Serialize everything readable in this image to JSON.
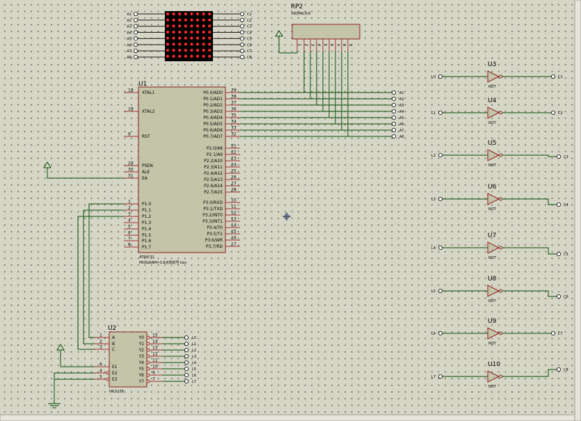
{
  "matrix": {
    "rows": [
      "A1",
      "A2",
      "A3",
      "A4",
      "A5",
      "A6",
      "A7",
      "A8"
    ],
    "cols": [
      "C1",
      "C2",
      "C3",
      "C4",
      "C5",
      "C6",
      "C7",
      "C8"
    ]
  },
  "rp2": {
    "ref": "RP2",
    "value": "RESPACK-8",
    "pins": [
      "1",
      "2",
      "3",
      "4",
      "5",
      "6",
      "7",
      "8",
      "9"
    ]
  },
  "u1": {
    "ref": "U1",
    "part": "AT89C51",
    "program": "PROGRAM=3.8点阵的号.hex",
    "left_pins": [
      {
        "num": "19",
        "name": "XTAL1"
      },
      {
        "num": "18",
        "name": "XTAL2"
      },
      {
        "num": "9",
        "name": "RST"
      },
      {
        "num": "29",
        "name": "PSEN"
      },
      {
        "num": "30",
        "name": "ALE"
      },
      {
        "num": "31",
        "name": "EA"
      },
      {
        "num": "1",
        "name": "P1.0"
      },
      {
        "num": "2",
        "name": "P1.1"
      },
      {
        "num": "3",
        "name": "P1.2"
      },
      {
        "num": "4",
        "name": "P1.3"
      },
      {
        "num": "5",
        "name": "P1.4"
      },
      {
        "num": "6",
        "name": "P1.5"
      },
      {
        "num": "7",
        "name": "P1.6"
      },
      {
        "num": "8",
        "name": "P1.7"
      }
    ],
    "right_pins": [
      {
        "num": "39",
        "name": "P0.0/AD0"
      },
      {
        "num": "38",
        "name": "P0.1/AD1"
      },
      {
        "num": "37",
        "name": "P0.2/AD2"
      },
      {
        "num": "36",
        "name": "P0.3/AD3"
      },
      {
        "num": "35",
        "name": "P0.4/AD4"
      },
      {
        "num": "34",
        "name": "P0.5/AD5"
      },
      {
        "num": "33",
        "name": "P0.6/AD6"
      },
      {
        "num": "32",
        "name": "P0.7/AD7"
      },
      {
        "num": "21",
        "name": "P2.0/A8"
      },
      {
        "num": "22",
        "name": "P2.1/A9"
      },
      {
        "num": "23",
        "name": "P2.2/A10"
      },
      {
        "num": "24",
        "name": "P2.3/A11"
      },
      {
        "num": "25",
        "name": "P2.4/A12"
      },
      {
        "num": "26",
        "name": "P2.5/A13"
      },
      {
        "num": "27",
        "name": "P2.6/A14"
      },
      {
        "num": "28",
        "name": "P2.7/A15"
      },
      {
        "num": "10",
        "name": "P3.0/RXD"
      },
      {
        "num": "11",
        "name": "P3.1/TXD"
      },
      {
        "num": "12",
        "name": "P3.2/INT0"
      },
      {
        "num": "13",
        "name": "P3.3/INT1"
      },
      {
        "num": "14",
        "name": "P3.4/T0"
      },
      {
        "num": "15",
        "name": "P3.5/T1"
      },
      {
        "num": "16",
        "name": "P3.6/WR"
      },
      {
        "num": "17",
        "name": "P3.7/RD"
      }
    ],
    "p0_labels": [
      "A1",
      "A2",
      "A3",
      "A4",
      "A5",
      "A6",
      "A7",
      "A8"
    ]
  },
  "u2": {
    "ref": "U2",
    "part": "74LS138",
    "left_pins": [
      {
        "num": "1",
        "name": "A"
      },
      {
        "num": "2",
        "name": "B"
      },
      {
        "num": "3",
        "name": "C"
      },
      {
        "num": "6",
        "name": "E1"
      },
      {
        "num": "4",
        "name": "E2"
      },
      {
        "num": "5",
        "name": "E3"
      }
    ],
    "right_pins": [
      {
        "num": "15",
        "name": "Y0",
        "label": "L0"
      },
      {
        "num": "14",
        "name": "Y1",
        "label": "L1"
      },
      {
        "num": "13",
        "name": "Y2",
        "label": "L2"
      },
      {
        "num": "12",
        "name": "Y3",
        "label": "L3"
      },
      {
        "num": "11",
        "name": "Y4",
        "label": "L4"
      },
      {
        "num": "10",
        "name": "Y5",
        "label": "L5"
      },
      {
        "num": "9",
        "name": "Y6",
        "label": "L6"
      },
      {
        "num": "7",
        "name": "Y7",
        "label": "L7"
      }
    ]
  },
  "gates": [
    {
      "ref": "U3",
      "type": "NOT",
      "in": "L0",
      "out": "C1"
    },
    {
      "ref": "U4",
      "type": "NOT",
      "in": "L1",
      "out": "C2"
    },
    {
      "ref": "U5",
      "type": "NOT",
      "in": "L2",
      "out": "C3"
    },
    {
      "ref": "U6",
      "type": "NOT",
      "in": "L3",
      "out": "C4"
    },
    {
      "ref": "U7",
      "type": "NOT",
      "in": "L4",
      "out": "C5"
    },
    {
      "ref": "U8",
      "type": "NOT",
      "in": "L5",
      "out": "C6"
    },
    {
      "ref": "U9",
      "type": "NOT",
      "in": "L6",
      "out": "C7"
    },
    {
      "ref": "U10",
      "type": "NOT",
      "in": "L7",
      "out": "C8"
    }
  ],
  "colors": {
    "wire": "#064f06",
    "pin": "#a03030",
    "body": "#c4c4a8",
    "led": "#ff2a2a",
    "background": "#d6d6c6"
  }
}
